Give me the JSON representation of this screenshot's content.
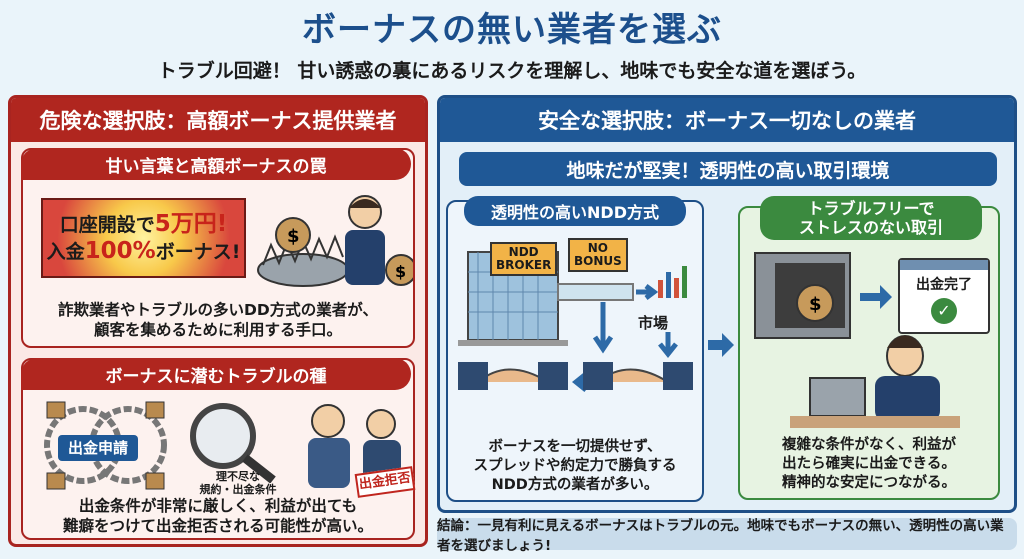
{
  "title": "ボーナスの無い業者を選ぶ",
  "subtitle": "トラブル回避！ 甘い誘惑の裏にあるリスクを理解し、地味でも安全な道を選ぼう。",
  "left": {
    "header": "危険な選択肢：高額ボーナス提供業者",
    "trap": {
      "title": "甘い言葉と高額ボーナスの罠",
      "promo_line1_a": "口座開設で",
      "promo_line1_b": "5万円!",
      "promo_line2_a": "入金",
      "promo_line2_b": "100%",
      "promo_line2_c": "ボーナス!",
      "desc": [
        "詐欺業者やトラブルの多いDD方式の業者が、",
        "顧客を集めるために利用する手口。"
      ]
    },
    "trouble": {
      "title": "ボーナスに潜むトラブルの種",
      "chain_label": "出金申請",
      "magnifier_caption": [
        "理不尽な",
        "規約・出金条件"
      ],
      "stamp": "出金拒否",
      "desc": [
        "出金条件が非常に厳しく、利益が出ても",
        "難癖をつけて出金拒否される可能性が高い。"
      ]
    }
  },
  "right": {
    "header": "安全な選択肢：ボーナス一切なしの業者",
    "banner": "地味だが堅実！透明性の高い取引環境",
    "ndd": {
      "title": "透明性の高いNDD方式",
      "broker_tag": [
        "NDD",
        "BROKER"
      ],
      "bonus_tag": [
        "NO",
        "BONUS"
      ],
      "market_label": "市場",
      "desc": [
        "ボーナスを一切提供せず、",
        "スプレッドや約定力で勝負する",
        "NDD方式の業者が多い。"
      ]
    },
    "free": {
      "title": [
        "トラブルフリーで",
        "ストレスのない取引"
      ],
      "window_label": "出金完了",
      "desc": [
        "複雑な条件がなく、利益が",
        "出たら確実に出金できる。",
        "精神的な安定につながる。"
      ]
    }
  },
  "conclusion": "結論：一見有利に見えるボーナスはトラブルの元。地味でもボーナスの無い、透明性の高い業者を選びましょう!",
  "colors": {
    "danger": "#b0261f",
    "safe": "#1f5896",
    "green": "#3b8a3f"
  }
}
